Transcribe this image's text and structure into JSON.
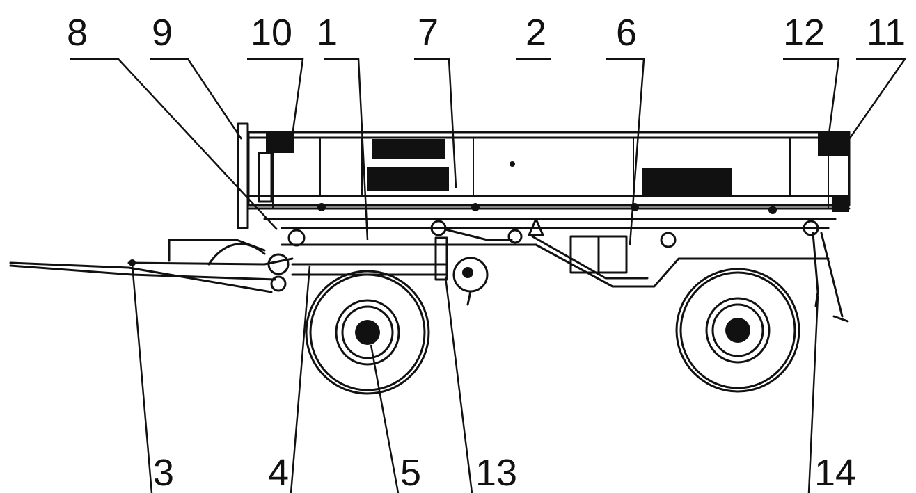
{
  "labels_top": [
    "8",
    "9",
    "10",
    "1",
    "7",
    "2",
    "6",
    "12",
    "11"
  ],
  "labels_bottom": [
    "3",
    "4",
    "5",
    "13",
    "14"
  ]
}
